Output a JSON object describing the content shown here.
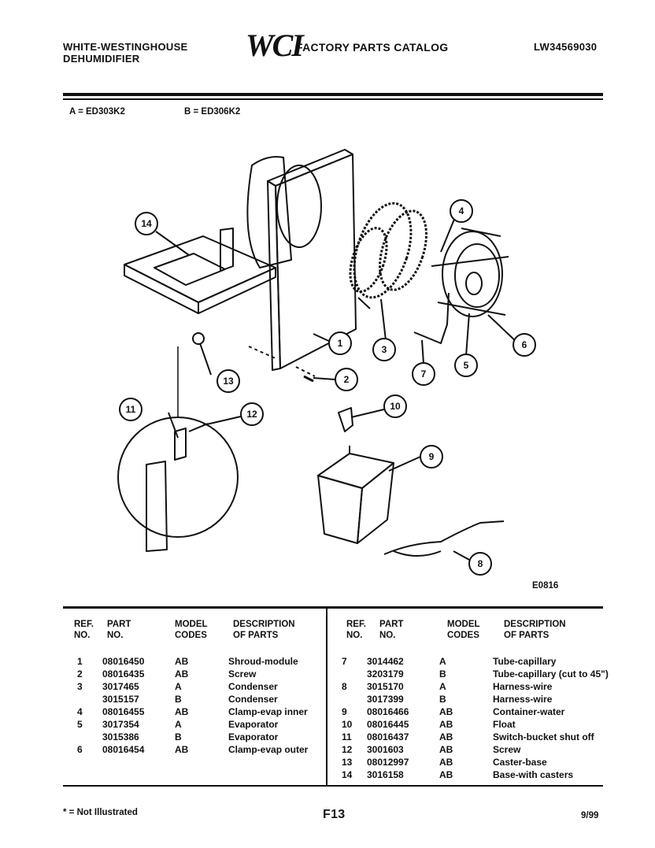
{
  "header": {
    "brand_line1": "WHITE-WESTINGHOUSE",
    "brand_line2": "DEHUMIDIFIER",
    "logo": "WCI",
    "catalog_title": "FACTORY PARTS CATALOG",
    "catalog_number": "LW34569030"
  },
  "models": {
    "a": "A = ED303K2",
    "b": "B = ED306K2"
  },
  "diagram": {
    "callouts": [
      "1",
      "2",
      "3",
      "4",
      "5",
      "6",
      "7",
      "8",
      "9",
      "10",
      "11",
      "12",
      "13",
      "14"
    ],
    "figure_code": "E0816"
  },
  "table": {
    "headers": {
      "ref": [
        "REF.",
        "NO."
      ],
      "part": [
        "PART",
        "NO."
      ],
      "model": [
        "MODEL",
        "CODES"
      ],
      "desc": [
        "DESCRIPTION",
        "OF PARTS"
      ]
    },
    "left_rows": [
      {
        "ref": "1",
        "part": "08016450",
        "model": "AB",
        "desc": "Shroud-module"
      },
      {
        "ref": "2",
        "part": "08016435",
        "model": "AB",
        "desc": "Screw"
      },
      {
        "ref": "3",
        "part": "3017465",
        "model": "A",
        "desc": "Condenser"
      },
      {
        "ref": "",
        "part": "3015157",
        "model": "B",
        "desc": "Condenser"
      },
      {
        "ref": "4",
        "part": "08016455",
        "model": "AB",
        "desc": "Clamp-evap inner"
      },
      {
        "ref": "5",
        "part": "3017354",
        "model": "A",
        "desc": "Evaporator"
      },
      {
        "ref": "",
        "part": "3015386",
        "model": "B",
        "desc": "Evaporator"
      },
      {
        "ref": "6",
        "part": "08016454",
        "model": "AB",
        "desc": "Clamp-evap outer"
      }
    ],
    "right_rows": [
      {
        "ref": "7",
        "part": "3014462",
        "model": "A",
        "desc": "Tube-capillary"
      },
      {
        "ref": "",
        "part": "3203179",
        "model": "B",
        "desc": "Tube-capillary (cut to 45\")"
      },
      {
        "ref": "8",
        "part": "3015170",
        "model": "A",
        "desc": "Harness-wire"
      },
      {
        "ref": "",
        "part": "3017399",
        "model": "B",
        "desc": "Harness-wire"
      },
      {
        "ref": "9",
        "part": "08016466",
        "model": "AB",
        "desc": "Container-water"
      },
      {
        "ref": "10",
        "part": "08016445",
        "model": "AB",
        "desc": "Float"
      },
      {
        "ref": "11",
        "part": "08016437",
        "model": "AB",
        "desc": "Switch-bucket shut off"
      },
      {
        "ref": "12",
        "part": "3001603",
        "model": "AB",
        "desc": "Screw"
      },
      {
        "ref": "13",
        "part": "08012997",
        "model": "AB",
        "desc": "Caster-base"
      },
      {
        "ref": "14",
        "part": "3016158",
        "model": "AB",
        "desc": "Base-with casters"
      }
    ]
  },
  "footer": {
    "note": "* = Not Illustrated",
    "page": "F13",
    "date": "9/99"
  }
}
